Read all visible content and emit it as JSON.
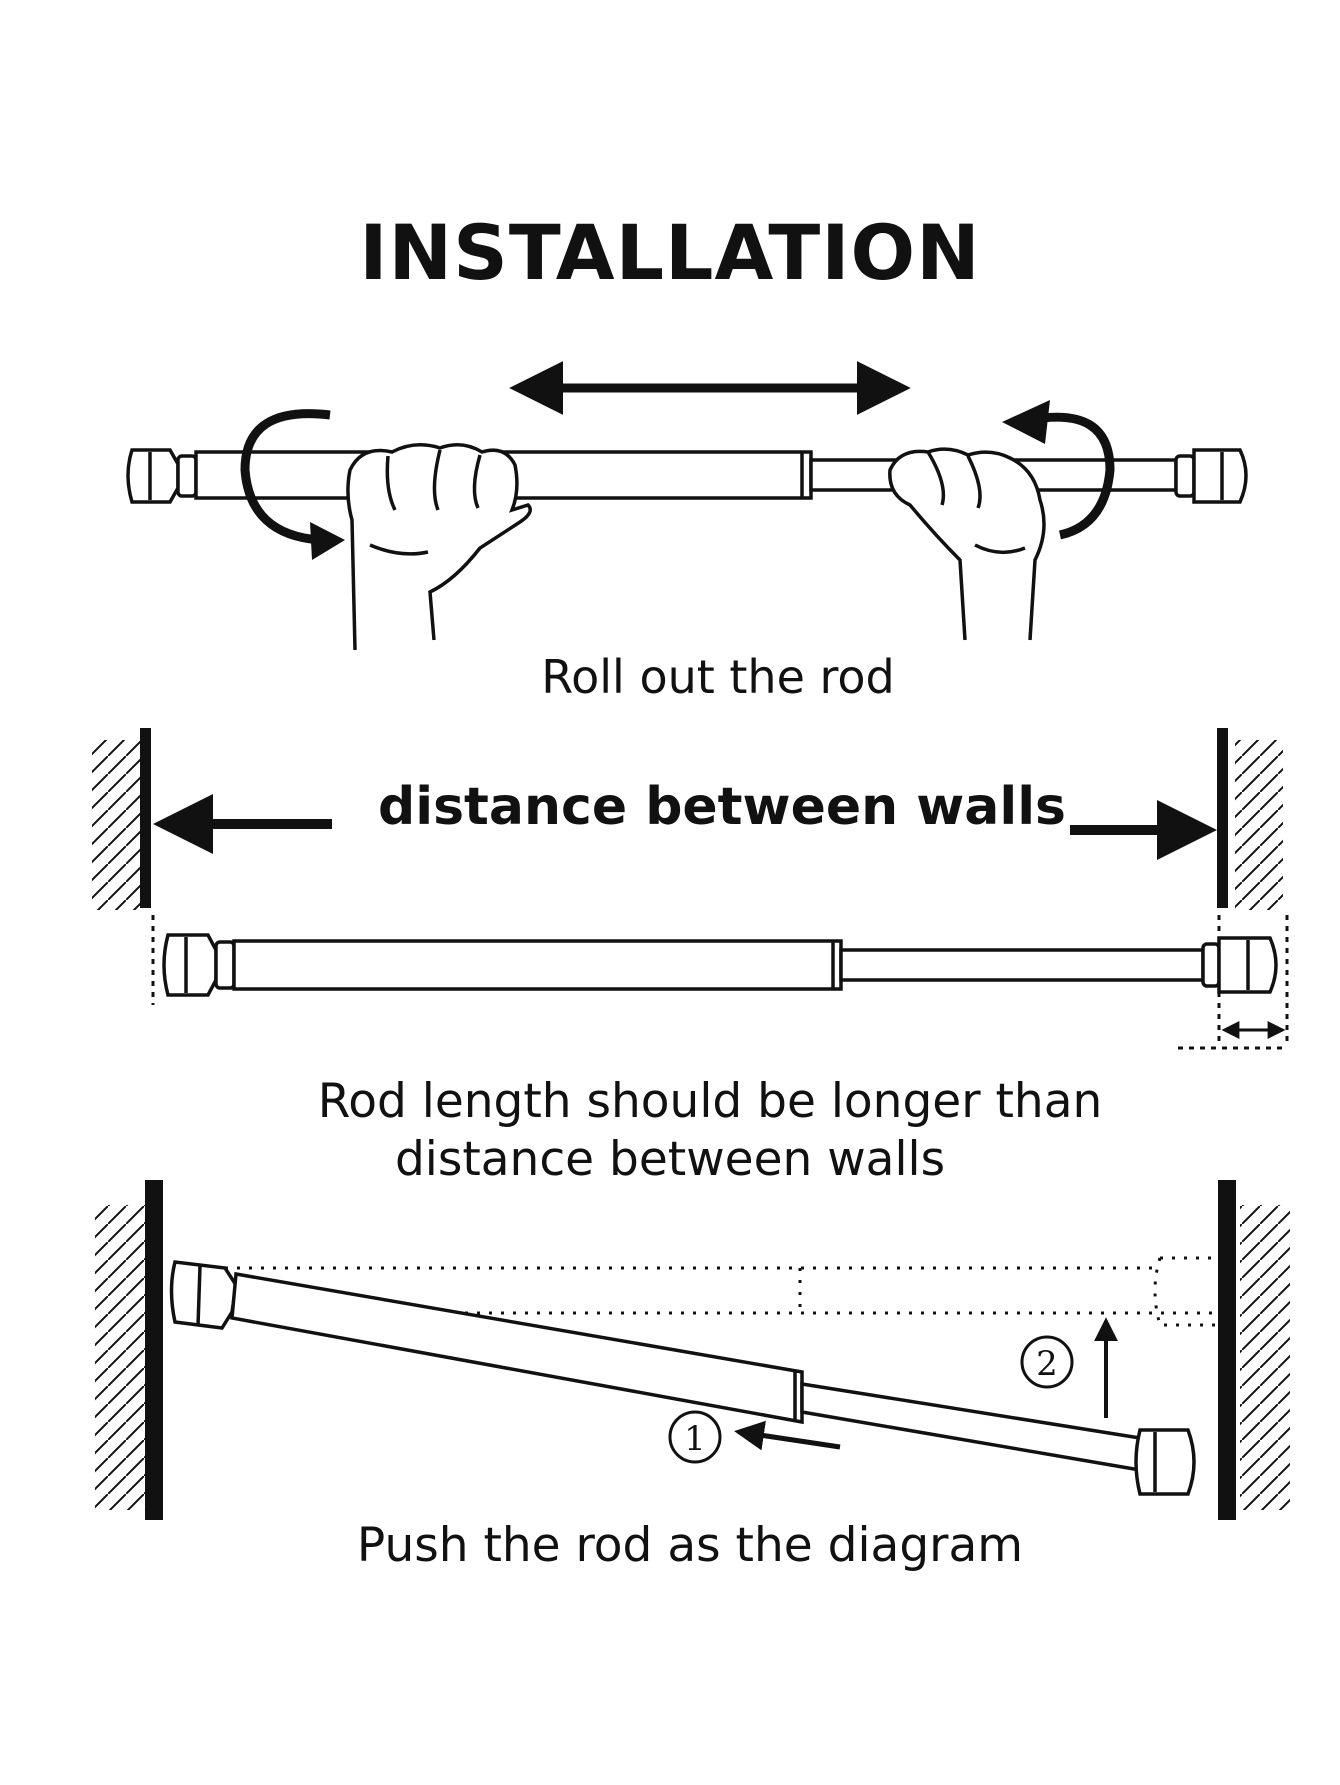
{
  "title": "INSTALLATION",
  "captions": {
    "roll_out": "Roll out the rod",
    "distance_label": "distance between walls",
    "length_line1": "Rod length should be longer than",
    "length_line2": "distance between walls",
    "push": "Push the rod as the diagram"
  },
  "steps": {
    "step1": "1",
    "step2": "2"
  },
  "colors": {
    "ink": "#111111",
    "background": "#ffffff"
  }
}
